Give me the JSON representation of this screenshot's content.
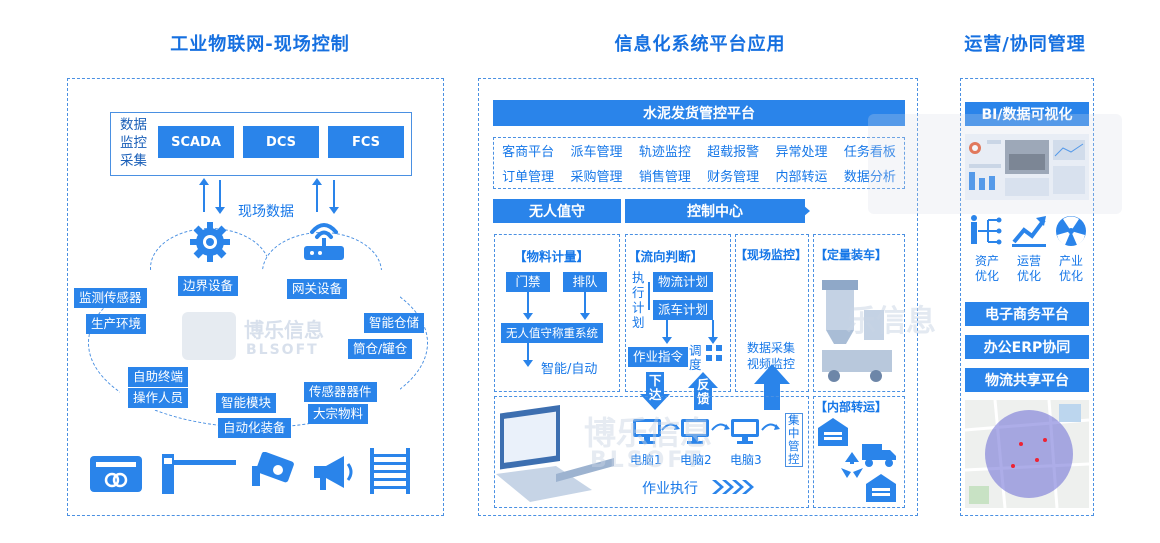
{
  "titles": {
    "iiot": "工业物联网-现场控制",
    "info": "信息化系统平台应用",
    "ops": "运营/协同管理"
  },
  "iiot": {
    "acq_label": "数据\n监控\n采集",
    "systems": [
      "SCADA",
      "DCS",
      "FCS"
    ],
    "field_data": "现场数据",
    "edge_device": "边界设备",
    "gateway_device": "网关设备",
    "chips": {
      "sensor": "监测传感器",
      "env": "生产环境",
      "storage": "智能仓储",
      "silo": "筒仓/罐仓",
      "terminal": "自助终端",
      "operator": "操作人员",
      "module": "智能模块",
      "automation": "自动化装备",
      "devices": "传感器器件",
      "bulk": "大宗物料"
    }
  },
  "info": {
    "platform": "水泥发货管控平台",
    "grid": [
      "客商平台",
      "派车管理",
      "轨迹监控",
      "超载报警",
      "异常处理",
      "任务看板",
      "订单管理",
      "采购管理",
      "销售管理",
      "财务管理",
      "内部转运",
      "数据分析"
    ],
    "unattended": "无人值守",
    "control_center": "控制中心",
    "material": {
      "title": "【物料计量】",
      "gate": "门禁",
      "queue": "排队",
      "weigh_system": "无人值守称重系统",
      "smart_auto": "智能/自动"
    },
    "flow": {
      "title": "【流向判断】",
      "exec_plan": "执\n行\n计\n划",
      "logistics_plan": "物流计划",
      "dispatch_plan": "派车计划",
      "job_order": "作业指令",
      "dispatch": "调\n度"
    },
    "monitor": {
      "title": "【现场监控】",
      "text": "数据采集\n视频监控"
    },
    "loading": {
      "title": "【定量装车】"
    },
    "down": "下\n达",
    "feedback": "反\n馈",
    "computers": [
      "电脑1",
      "电脑2",
      "电脑3"
    ],
    "central": "集\n中\n管\n控",
    "job_exec": "作业执行",
    "internal": "【内部转运】"
  },
  "ops": {
    "bi": "BI/数据可视化",
    "kpis": [
      "资产\n优化",
      "运营\n优化",
      "产业\n优化"
    ],
    "ecommerce": "电子商务平台",
    "erp": "办公ERP协同",
    "logistics": "物流共享平台"
  },
  "watermark": {
    "cn": "博乐信息",
    "en": "BLSOFT",
    "cn_partial": "乐信息"
  },
  "colors": {
    "accent": "#2a84ea",
    "title": "#1670e0",
    "border": "#4a90e2"
  }
}
